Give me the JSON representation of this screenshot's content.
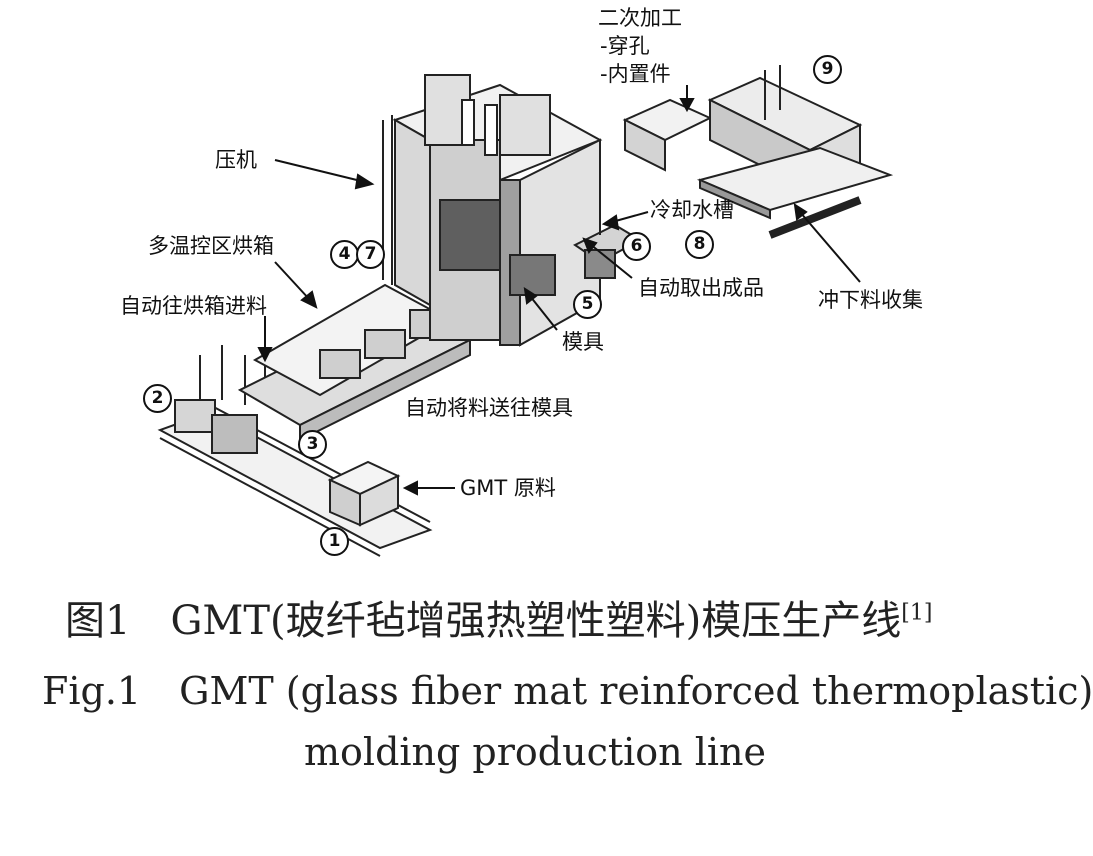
{
  "labels": {
    "secondary_processing": "二次加工",
    "drilling": "-穿孔",
    "inserts": "-内置件",
    "press": "压机",
    "oven": "多温控区烘箱",
    "auto_feed_oven": "自动往烘箱进料",
    "cooling_tank": "冷却水槽",
    "auto_remove": "自动取出成品",
    "punch_collect": "冲下料收集",
    "mold": "模具",
    "auto_transfer": "自动将料送往模具",
    "gmt_raw": "GMT 原料"
  },
  "markers": [
    "①",
    "②",
    "③",
    "④",
    "⑦",
    "⑤",
    "⑥",
    "⑧",
    "⑨"
  ],
  "caption": {
    "zh": "图1　GMT(玻纤毡增强热塑性塑料)模压生产线",
    "zh_ref": "[1]",
    "en_line1": "Fig.1　GMT (glass fiber mat reinforced thermoplastic)",
    "en_line2": "molding production line"
  }
}
